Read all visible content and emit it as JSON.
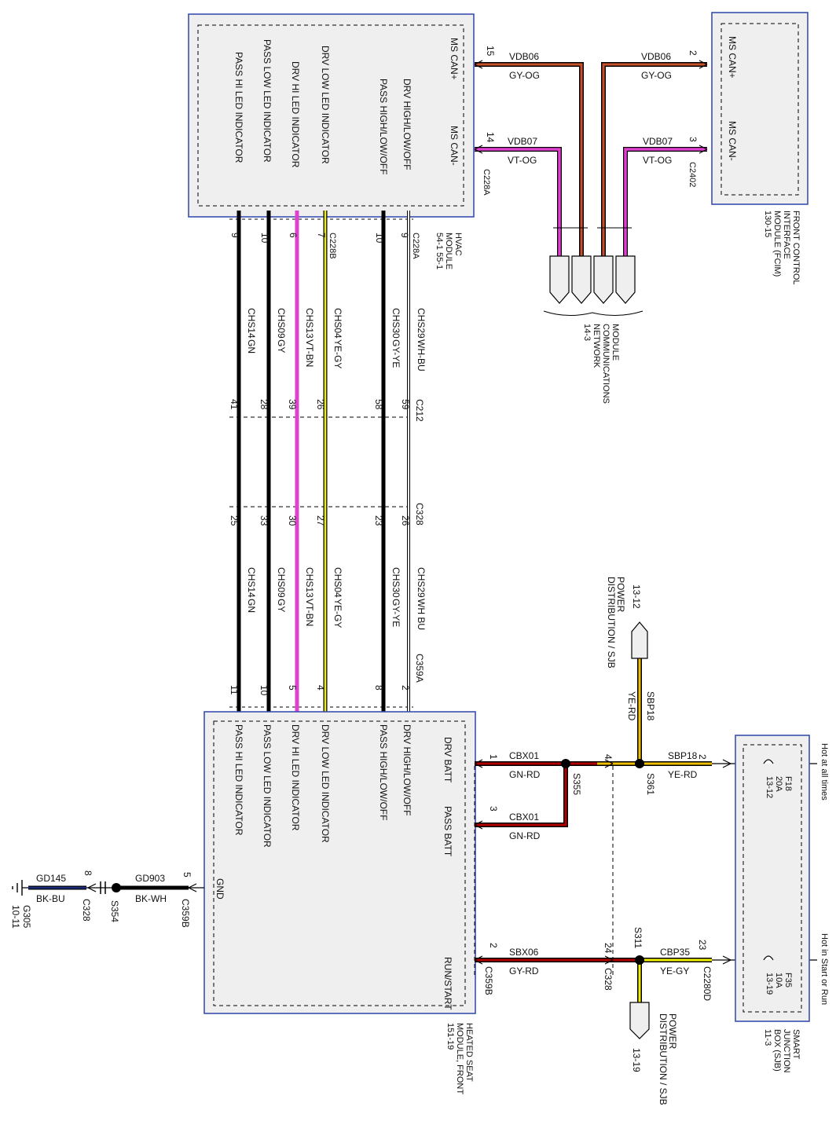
{
  "colors": {
    "box_border": "#3a4fb0",
    "box_fill": "#efefef",
    "GY-OG": "#c8502a",
    "VT-OG": "#e040d0",
    "BK": "#000000",
    "WH-BU": "#ffffff",
    "GY-YE": "#000000",
    "YE-GY": "#f0f000",
    "VT-BN": "#e040d0",
    "YE-RD": "#f0c000",
    "GN-RD": "#b00000",
    "GY-RD": "#b00000",
    "BK-BU": "#1a2a7a",
    "BK-WH": "#000000"
  },
  "hvac": {
    "name_lines": [
      "HVAC",
      "MODULE",
      "54-1  55-1"
    ],
    "pins": [
      "MS CAN+",
      "MS CAN-",
      "DRV HIGH/LOW/OFF",
      "PASS HIGH/LOW/OFF",
      "DRV LOW LED INDICATOR",
      "DRV HI LED INDICATOR",
      "PASS LOW LED INDICATOR",
      "PASS HI LED INDICATOR"
    ],
    "connector_c228a": "C228A",
    "connector_c228b": "C228B"
  },
  "fcim": {
    "name_lines": [
      "FRONT CONTROL",
      "INTERFACE",
      "MODULE (FCIM)",
      "130-15"
    ],
    "pins": [
      "MS CAN+",
      "MS CAN-"
    ],
    "connector": "C2402"
  },
  "mcn": {
    "name_lines": [
      "MODULE",
      "COMMUNICATIONS",
      "NETWORK",
      "14-3"
    ]
  },
  "can_wires": [
    {
      "pin_left": "15",
      "circuit_left": "VDB06",
      "color_left": "GY-OG",
      "pin_right": "2",
      "circuit_right": "VDB06",
      "color_right": "GY-OG"
    },
    {
      "pin_left": "14",
      "circuit_left": "VDB07",
      "color_left": "VT-OG",
      "pin_right": "3",
      "circuit_right": "VDB07",
      "color_right": "VT-OG"
    }
  ],
  "c212": "C212",
  "c328": "C328",
  "c359a": "C359A",
  "harness": [
    {
      "hvac_pin": "9",
      "circuit": "CHS29",
      "color": "WH-BU",
      "c212_pin": "59",
      "c328_pin": "26",
      "hsm_pin": "2",
      "color2": "WH BU"
    },
    {
      "hvac_pin": "10",
      "circuit": "CHS30",
      "color": "GY-YE",
      "c212_pin": "58",
      "c328_pin": "23",
      "hsm_pin": "8",
      "color2": "GY-YE"
    },
    {
      "hvac_pin": "7",
      "circuit": "CHS04",
      "color": "YE-GY",
      "c212_pin": "26",
      "c328_pin": "27",
      "hsm_pin": "4",
      "color2": "YE-GY"
    },
    {
      "hvac_pin": "6",
      "circuit": "CHS13",
      "color": "VT-BN",
      "c212_pin": "39",
      "c328_pin": "30",
      "hsm_pin": "5",
      "color2": "VT-BN"
    },
    {
      "hvac_pin": "10",
      "circuit": "CHS09",
      "color": "GY",
      "c212_pin": "28",
      "c328_pin": "33",
      "hsm_pin": "10",
      "color2": "GY"
    },
    {
      "hvac_pin": "9",
      "circuit": "CHS14",
      "color": "GN",
      "c212_pin": "41",
      "c328_pin": "25",
      "hsm_pin": "11",
      "color2": "GN"
    }
  ],
  "hsm": {
    "name_lines": [
      "HEATED SEAT",
      "MODULE, FRONT",
      "151-19"
    ],
    "pins": [
      "DRV HIGH/LOW/OFF",
      "PASS HIGH/LOW/OFF",
      "DRV LOW LED INDICATOR",
      "DRV HI LED INDICATOR",
      "PASS LOW LED INDICATOR",
      "PASS HI LED INDICATOR",
      "DRV BATT",
      "PASS BATT",
      "GND",
      "RUN/START"
    ],
    "connector_b": "C359B"
  },
  "power": {
    "pd_top_lines": [
      "POWER",
      "DISTRIBUTION / SJB"
    ],
    "pd_top_ref": "13-12",
    "pd_bottom_lines": [
      "POWER",
      "DISTRIBUTION / SJB"
    ],
    "pd_bottom_ref": "13-19",
    "sbp18_vert": "SBP18",
    "sbp18_vert_color": "YE-RD",
    "s361": "S361",
    "s355": "S355",
    "s311": "S311",
    "cbx01_a": {
      "pin": "1",
      "circuit": "CBX01",
      "color": "GN-RD"
    },
    "cbx01_b": {
      "pin": "3",
      "circuit": "CBX01",
      "color": "GN-RD"
    },
    "pin4": "4",
    "sbp18": {
      "pin": "2",
      "circuit": "SBP18",
      "color": "YE-RD"
    },
    "sbx06": {
      "pin": "2",
      "circuit": "SBX06",
      "color": "GY-RD",
      "conn": "C359B"
    },
    "pin24": "24",
    "c328": "C328",
    "cbp35": {
      "pin": "23",
      "circuit": "CBP35",
      "color": "YE-GY",
      "conn": "C2280D"
    }
  },
  "sjb": {
    "name_lines": [
      "SMART",
      "JUNCTION",
      "BOX (SJB)",
      "11-3"
    ],
    "hot1": "Hot at all times",
    "hot2": "Hot in Start or Run",
    "f18": [
      "F18",
      "20A",
      "13-12"
    ],
    "f35": [
      "F35",
      "10A",
      "13-19"
    ]
  },
  "ground": {
    "gd903": {
      "pin": "5",
      "circuit": "GD903",
      "color": "BK-WH",
      "conn": "C359B"
    },
    "s354": "S354",
    "gd145": {
      "pin": "8",
      "circuit": "GD145",
      "color": "BK-BU",
      "conn": "C328"
    },
    "g305": [
      "G305",
      "10-11"
    ]
  }
}
